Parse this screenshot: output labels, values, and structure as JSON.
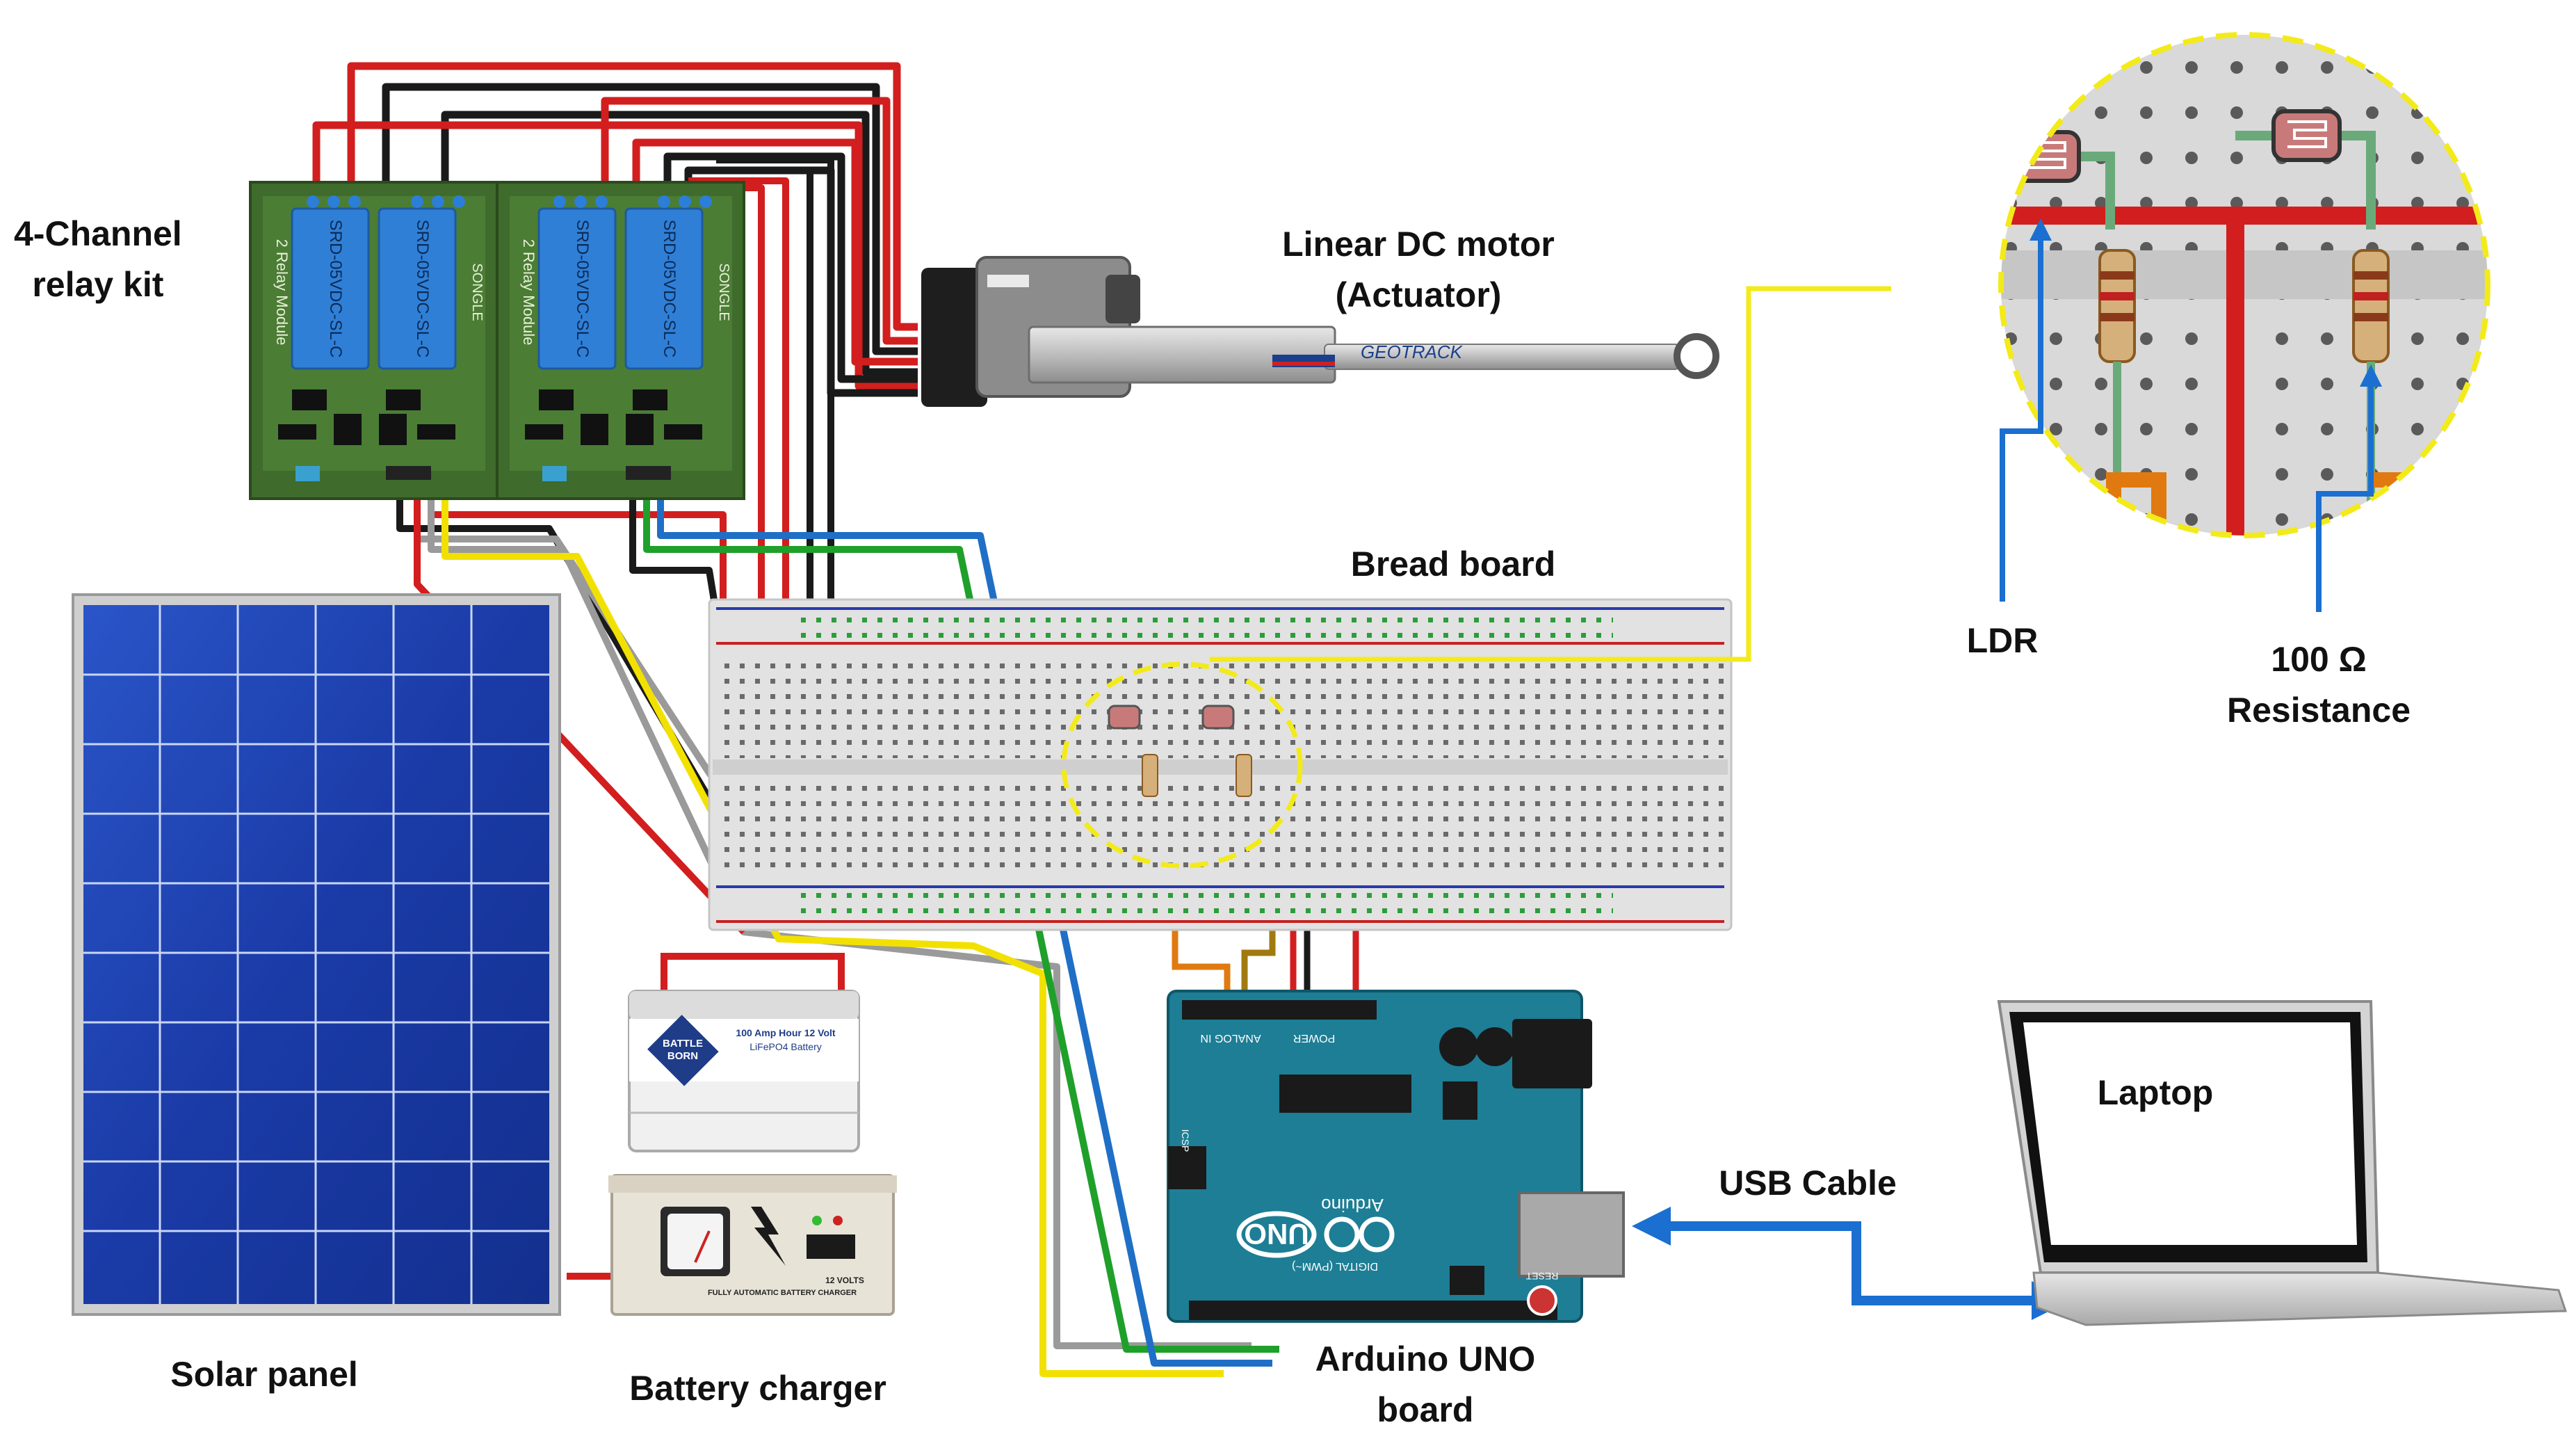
{
  "labels": {
    "relay_kit": [
      "4-Channel",
      "relay kit"
    ],
    "motor": [
      "Linear DC motor",
      "(Actuator)"
    ],
    "breadboard": "Bread board",
    "ldr": "LDR",
    "resistance": [
      "100 Ω",
      "Resistance"
    ],
    "solar_panel": "Solar panel",
    "battery_charger": "Battery charger",
    "arduino": [
      "Arduino UNO",
      "board"
    ],
    "usb_cable": "USB Cable",
    "laptop": "Laptop"
  },
  "component_text": {
    "relay_brand": "SONGLE",
    "relay_model": "SRD-05VDC-SL-C",
    "relay_module": "2 Relay Module",
    "actuator_brand": "GEOTRACK",
    "battery_brand": [
      "BATTLE",
      "BORN"
    ],
    "battery_desc": [
      "100 Amp Hour 12 Volt",
      "LiFePO4 Battery"
    ],
    "charger_desc": [
      "12 VOLTS",
      "FULLY AUTOMATIC BATTERY CHARGER"
    ],
    "arduino_uno": "UNO",
    "arduino_name": "Arduino",
    "arduino_digital": "DIGITAL (PWM~)",
    "arduino_analog": "ANALOG IN",
    "arduino_power": "POWER",
    "arduino_reset": "RESET",
    "arduino_icsp": "ICSP"
  },
  "colors": {
    "wire_red": "#d21e1e",
    "wire_black": "#1a1a1a",
    "wire_yellow": "#f2e100",
    "wire_green": "#1fa02a",
    "wire_blue": "#1f6fc6",
    "wire_gray": "#9a9a9a",
    "wire_orange": "#e07a10",
    "wire_olive": "#a07a10",
    "arrow_blue": "#1a6fd0",
    "highlight_yellow": "#f3ea1a",
    "relay_board": "#3f6b2c",
    "relay_blue": "#2f7fd6",
    "arduino_teal": "#1d7e95",
    "solar_blue": "#1f3fa8"
  }
}
